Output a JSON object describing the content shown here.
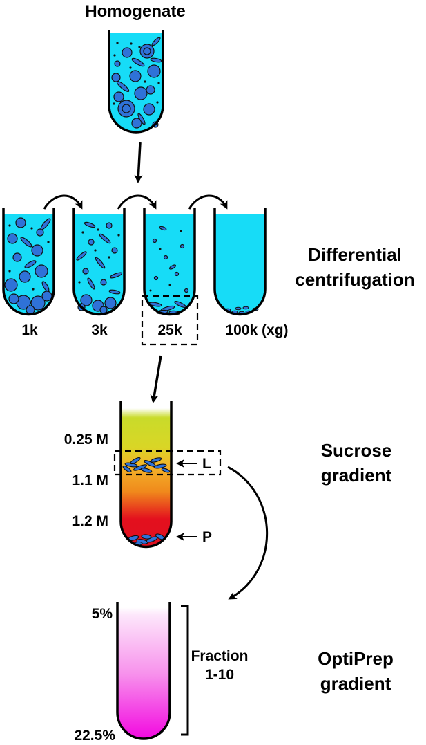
{
  "title": "Homogenate",
  "differential": {
    "heading_line1": "Differential",
    "heading_line2": "centrifugation",
    "tube_labels": [
      "1k",
      "3k",
      "25k",
      "100k (xg)"
    ]
  },
  "sucrose": {
    "heading_line1": "Sucrose",
    "heading_line2": "gradient",
    "concentrations": [
      "0.25 M",
      "1.1 M",
      "1.2 M"
    ],
    "band_labels": [
      "L",
      "P"
    ]
  },
  "optiprep": {
    "heading_line1": "OptiPrep",
    "heading_line2": "gradient",
    "top_percent": "5%",
    "bottom_percent": "22.5%",
    "fraction_line1": "Fraction",
    "fraction_line2": "1-10"
  },
  "colors": {
    "medium": "#17dcf7",
    "organelle": "#2f72d8",
    "sucrose_top": "#c9db2a",
    "sucrose_mid": "#f08a1c",
    "sucrose_bottom": "#e3101e",
    "optiprep_top": "#fde6fb",
    "optiprep_bottom": "#f208e0"
  }
}
